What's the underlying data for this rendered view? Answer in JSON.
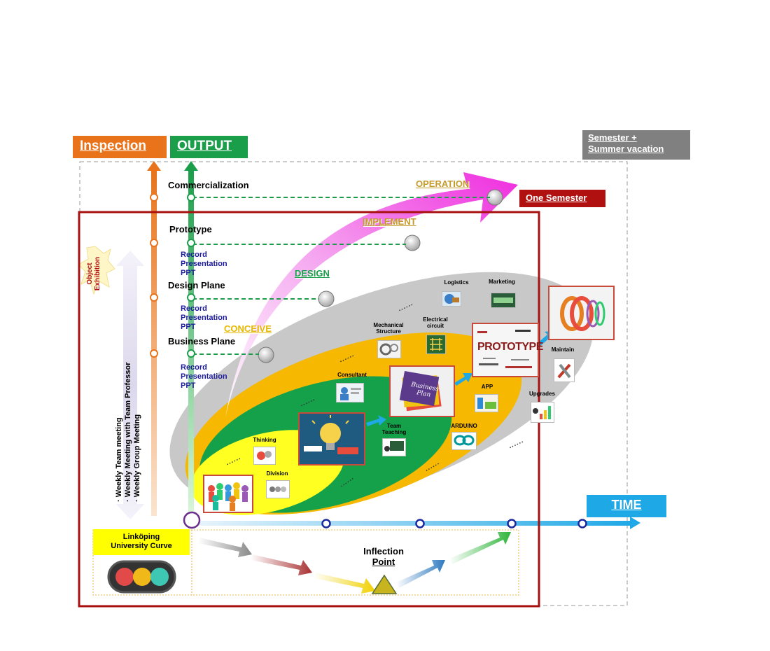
{
  "headers": {
    "inspection": "Inspection",
    "output": "OUTPUT",
    "semester_summer_line1": "Semester +",
    "semester_summer_line2": "Summer vacation",
    "one_semester": "One Semester",
    "time": "TIME"
  },
  "stages": {
    "commercialization": "Commercialization",
    "prototype": "Prototype",
    "design_plane": "Design Plane",
    "business_plane": "Business Plane"
  },
  "deliverables": [
    "Record",
    "Presentation",
    "PPT"
  ],
  "phases": {
    "operation": "OPERATION",
    "implement": "IMPLEMENT",
    "design": "DESIGN",
    "conceive": "CONCEIVE"
  },
  "side_labels": {
    "object_exhibition": "Object Exhibition",
    "meeting_1": "· Weekly Team meeting",
    "meeting_2": "· Weekly Meeting with Team Professor",
    "meeting_3": "· Weekly Group Meeting"
  },
  "activities": {
    "logistics": "Logistics",
    "marketing": "Marketing",
    "mechanical_structure": "Mechanical Structure",
    "electrical_circuit": "Electrical circuit",
    "maintain": "Maintain",
    "consultant": "Consultant",
    "app": "APP",
    "upgrade": "Upgrades",
    "team_teaching": "Team Teaching",
    "arduino": "ARDUINO",
    "thinking": "Thinking",
    "division": "Division",
    "dots": "......"
  },
  "image_text": {
    "business_plan": "Business Plan",
    "prototype": "PROTOTYPE"
  },
  "bottom": {
    "linkoping_line1": "Linköping",
    "linkoping_line2": "University Curve",
    "inflection_line1": "Inflection",
    "inflection_line2": "Point"
  },
  "colors": {
    "inspection": "#e8731a",
    "output": "#1a9e4a",
    "semester_box": "#808080",
    "one_semester": "#b01010",
    "time": "#1fa8e6",
    "operation_arrow": "#ee22dd",
    "gray_ellipse": "#c8c8c8",
    "orange_ellipse": "#f6b800",
    "green_ellipse": "#15a04a",
    "yellow_ellipse": "#ffff22"
  }
}
